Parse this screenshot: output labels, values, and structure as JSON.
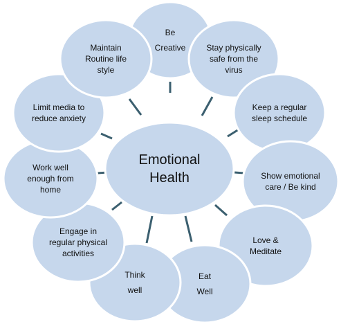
{
  "center": {
    "lines": [
      "Emotional",
      "Health"
    ]
  },
  "nodes": [
    {
      "id": "be-creative",
      "lines": [
        "Be",
        "Creative"
      ]
    },
    {
      "id": "stay-physically-safe",
      "lines": [
        "Stay physically",
        "safe from the",
        "virus"
      ]
    },
    {
      "id": "keep-regular-sleep",
      "lines": [
        "Keep a regular",
        "sleep schedule"
      ]
    },
    {
      "id": "show-emotional-care",
      "lines": [
        "Show emotional",
        "care / Be kind"
      ]
    },
    {
      "id": "love-meditate",
      "lines": [
        "Love &",
        "Meditate"
      ]
    },
    {
      "id": "eat-well",
      "lines": [
        "Eat",
        "Well"
      ]
    },
    {
      "id": "think-well",
      "lines": [
        "Think",
        "well"
      ]
    },
    {
      "id": "engage-physical-activities",
      "lines": [
        "Engage in",
        "regular physical",
        "activities"
      ]
    },
    {
      "id": "work-well-home",
      "lines": [
        "Work well",
        "enough from",
        "home"
      ]
    },
    {
      "id": "limit-media",
      "lines": [
        "Limit media to",
        "reduce anxiety"
      ]
    },
    {
      "id": "maintain-routine",
      "lines": [
        "Maintain",
        "Routine life",
        "style"
      ]
    }
  ],
  "colors": {
    "bubble_fill": "#c6d7ec",
    "bubble_stroke": "#ffffff",
    "spoke": "#3b5f6f",
    "text": "#111111"
  }
}
